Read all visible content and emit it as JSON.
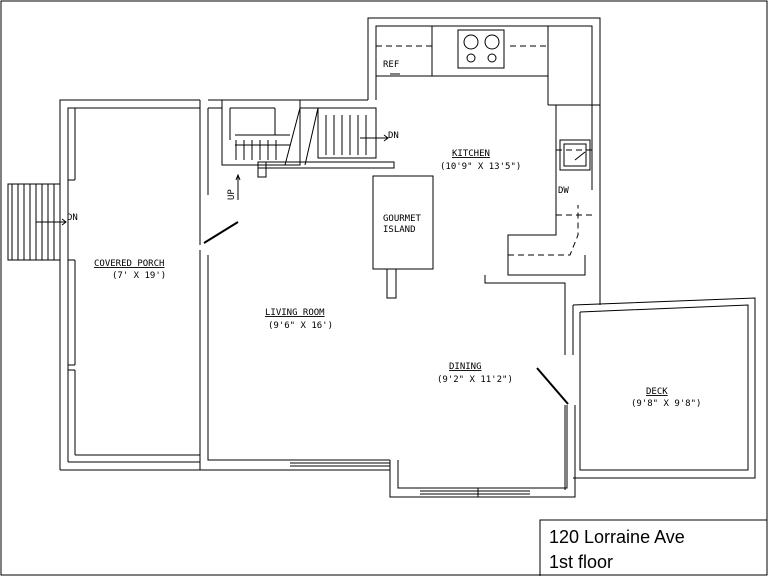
{
  "title_block": {
    "address": "120 Lorraine Ave",
    "floor": "1st floor"
  },
  "rooms": {
    "kitchen": {
      "name": "KITCHEN",
      "dims": "(10'9\" X 13'5\")"
    },
    "covered_porch": {
      "name": "COVERED PORCH",
      "dims": "(7' X 19')"
    },
    "living_room": {
      "name": "LIVING ROOM",
      "dims": "(9'6\" X 16')"
    },
    "dining": {
      "name": "DINING",
      "dims": "(9'2\" X 11'2\")"
    },
    "deck": {
      "name": "DECK",
      "dims": "(9'8\" X 9'8\")"
    }
  },
  "fixtures": {
    "ref": "REF",
    "dw": "DW",
    "island_line1": "GOURMET",
    "island_line2": "ISLAND"
  },
  "stairs": {
    "porch_dn": "DN",
    "main_dn": "DN",
    "main_up": "UP"
  }
}
